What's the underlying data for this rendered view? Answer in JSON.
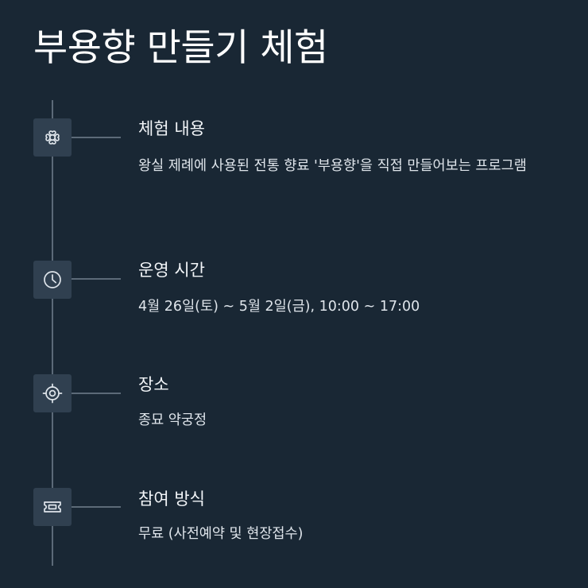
{
  "page": {
    "title": "부용향 만들기 체험",
    "background_color": "#192734",
    "accent_color": "#304050",
    "line_color": "#5c6a78"
  },
  "items": [
    {
      "icon": "flower-icon",
      "heading": "체험 내용",
      "description": "왕실 제례에 사용된 전통 향료 '부용향'을 직접 만들어보는 프로그램"
    },
    {
      "icon": "clock-icon",
      "heading": "운영 시간",
      "description": "4월 26일(토) ~ 5월 2일(금), 10:00 ~ 17:00"
    },
    {
      "icon": "target-icon",
      "heading": "장소",
      "description": "종묘 약궁정"
    },
    {
      "icon": "ticket-icon",
      "heading": "참여 방식",
      "description": "무료 (사전예약 및 현장접수)"
    }
  ]
}
